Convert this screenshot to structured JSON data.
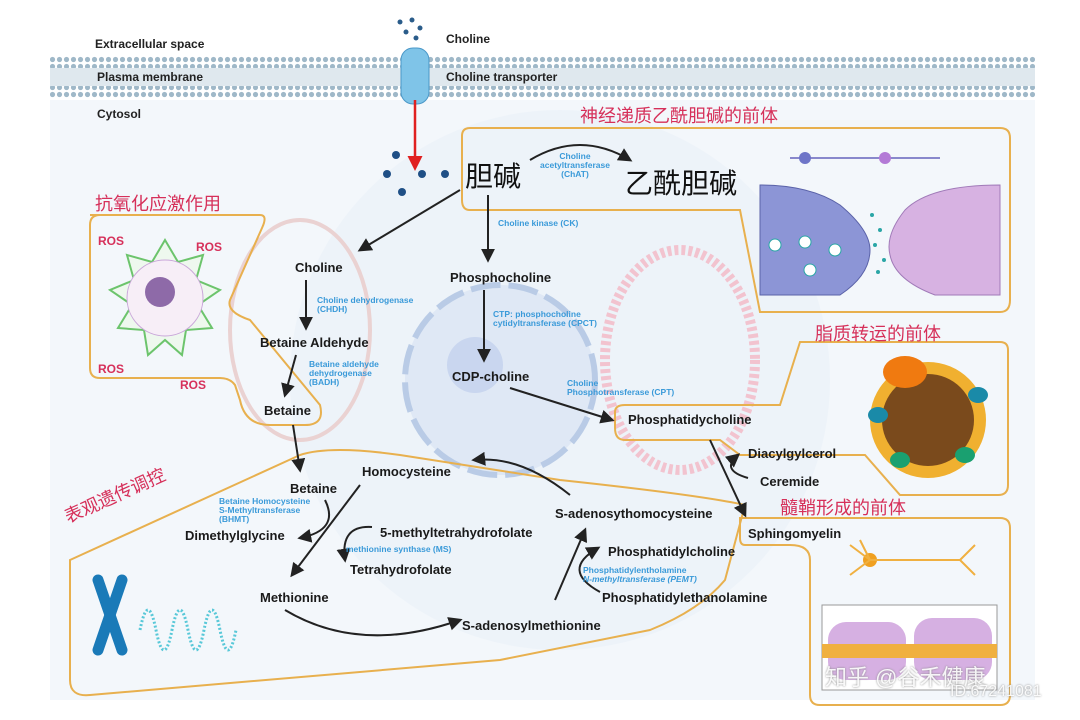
{
  "membrane": {
    "extracellular": "Extracellular space",
    "plasma_membrane": "Plasma membrane",
    "cytosol": "Cytosol",
    "choline": "Choline",
    "transporter": "Choline transporter"
  },
  "sections": {
    "neurotransmitter": "神经递质乙酰胆碱的前体",
    "antioxidant": "抗氧化应激作用",
    "lipid_transport": "脂质转运的前体",
    "myelin": "髓鞘形成的前体",
    "epigenetic": "表观遗传调控"
  },
  "big": {
    "choline_zh": "胆碱",
    "acetylcholine_zh": "乙酰胆碱"
  },
  "ros": [
    "ROS",
    "ROS",
    "ROS",
    "ROS"
  ],
  "compounds": {
    "choline": "Choline",
    "betaine_aldehyde": "Betaine Aldehyde",
    "betaine1": "Betaine",
    "phosphocholine": "Phosphocholine",
    "cdp_choline": "CDP-choline",
    "phosphatidycholine": "Phosphatidycholine",
    "diacylglycerol": "Diacylgylcerol",
    "ceremide": "Ceremide",
    "sphingomyelin": "Sphingomyelin",
    "homocysteine": "Homocysteine",
    "betaine2": "Betaine",
    "dimethylglycine": "Dimethylglycine",
    "mthf": "5-methyltetrahydrofolate",
    "thf": "Tetrahydrofolate",
    "methionine": "Methionine",
    "sam": "S-adenosylmethionine",
    "sah": "S-adenosythomocysteine",
    "phosphatidylcholine": "Phosphatidylcholine",
    "pe": "Phosphatidylethanolamine"
  },
  "enzymes": {
    "chat": [
      "Choline",
      "acetyltransferase",
      "(ChAT)"
    ],
    "ck": "Choline kinase (CK)",
    "chdh": [
      "Choline dehydrogenase",
      "(CHDH)"
    ],
    "badh": [
      "Betaine aldehyde",
      "dehydrogenase",
      "(BADH)"
    ],
    "cpct": [
      "CTP: phosphocholine",
      "cytidyltransferase (CPCT)"
    ],
    "cpt": [
      "Choline",
      "Phosphotransferase (CPT)"
    ],
    "bhmt": [
      "Betaine Homocysteine",
      "S-Methyltransferase",
      "(BHMT)"
    ],
    "ms": "methionine synthase (MS)",
    "pemt": [
      "Phosphatidylentholamine",
      "N-methyltransferase (PEMT)"
    ]
  },
  "watermark": {
    "text": "知乎 @谷禾健康",
    "id": "ID:67241081"
  },
  "colors": {
    "outline": "#e8b04e",
    "enzyme": "#3a9ad9",
    "section": "#d6305a",
    "arrow_red": "#e02020"
  }
}
